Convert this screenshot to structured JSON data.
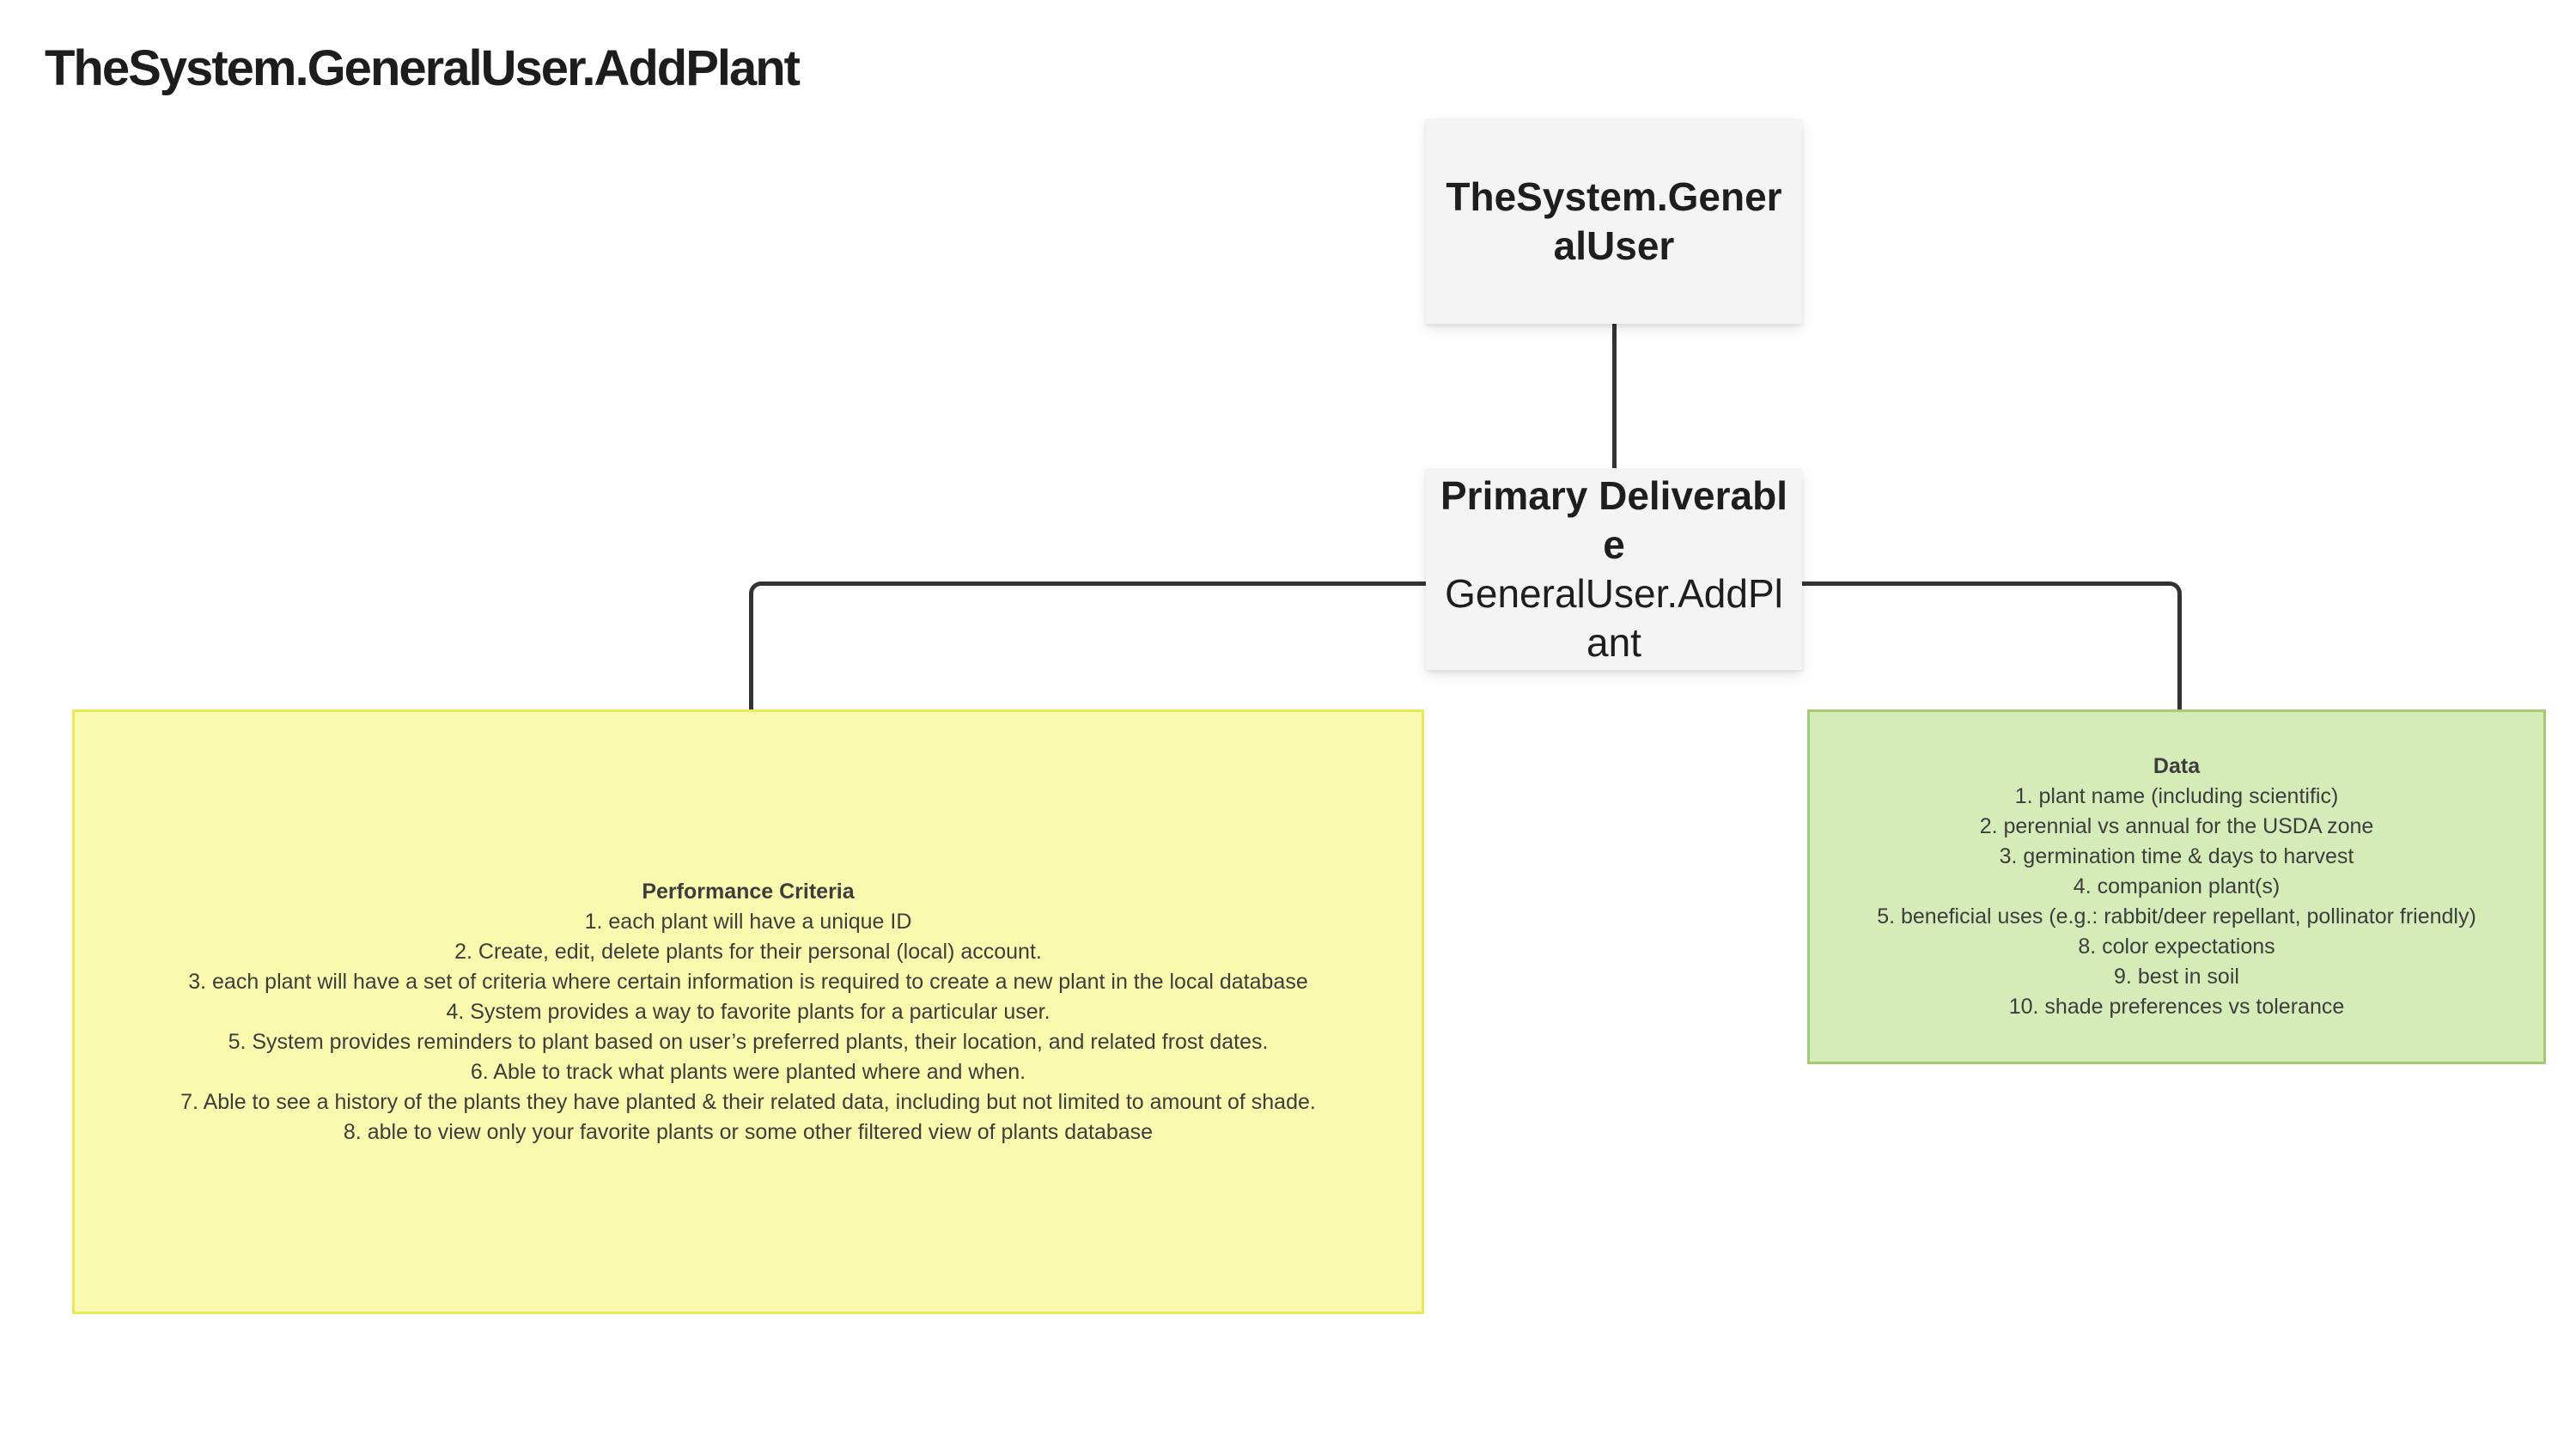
{
  "page": {
    "title": "TheSystem.GeneralUser.AddPlant"
  },
  "diagram": {
    "root_node": {
      "label": "TheSystem.GeneralUser"
    },
    "deliverable_node": {
      "title": "Primary Deliverable",
      "subtitle": "GeneralUser.AddPlant"
    },
    "performance_node": {
      "title": "Performance Criteria",
      "items": [
        "1. each plant will have a unique ID",
        "2. Create, edit, delete plants for their personal (local) account.",
        "3. each plant will have a set of criteria where certain information is required to create a new plant in the local database",
        "4. System provides a way to favorite plants for a particular user.",
        "5. System provides reminders to plant based on user’s preferred plants, their location, and related frost dates.",
        "6. Able to track what plants were planted where and when.",
        "7. Able to see a history of the plants they have planted & their related data, including but not limited to amount of shade.",
        "8. able to view only your favorite plants or some other filtered view of plants database"
      ]
    },
    "data_node": {
      "title": "Data",
      "items": [
        "1. plant name (including scientific)",
        "2. perennial vs annual for the USDA zone",
        "3. germination time & days to harvest",
        "4. companion plant(s)",
        "5. beneficial uses (e.g.: rabbit/deer repellant, pollinator friendly)",
        "8. color expectations",
        "9. best in soil",
        "10. shade preferences vs tolerance"
      ]
    },
    "colors": {
      "performance_fill": "#fafaaf",
      "performance_border": "#e9e95c",
      "data_fill": "#d5ecb9",
      "data_border": "#a2cb72",
      "node_fill": "#f4f4f5",
      "connector": "#333333"
    }
  }
}
